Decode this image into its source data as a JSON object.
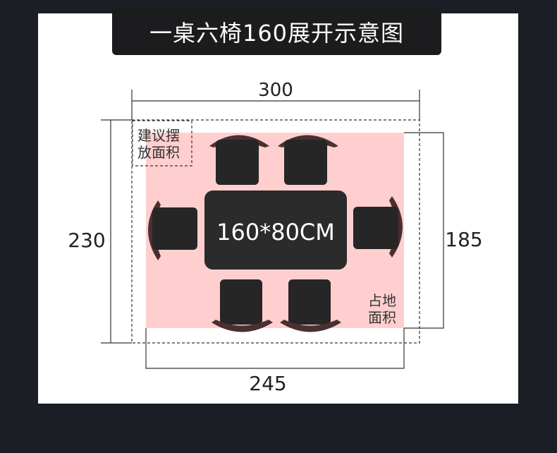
{
  "title": "一桌六椅160展开示意图",
  "dimensions": {
    "total_width": "300",
    "total_depth": "230",
    "occupied_width": "245",
    "occupied_depth": "185"
  },
  "table_label": "160*80CM",
  "labels": {
    "suggested_area": [
      "建议摆",
      "放面积"
    ],
    "occupied_area": [
      "占地",
      "面积"
    ]
  },
  "colors": {
    "background": "#1b1e24",
    "panel": "#ffffff",
    "occupied_area_fill": "#ffcfcf",
    "table": "#2b2b2b",
    "chair_seat": "#262626",
    "chair_back": "#4a3030"
  }
}
